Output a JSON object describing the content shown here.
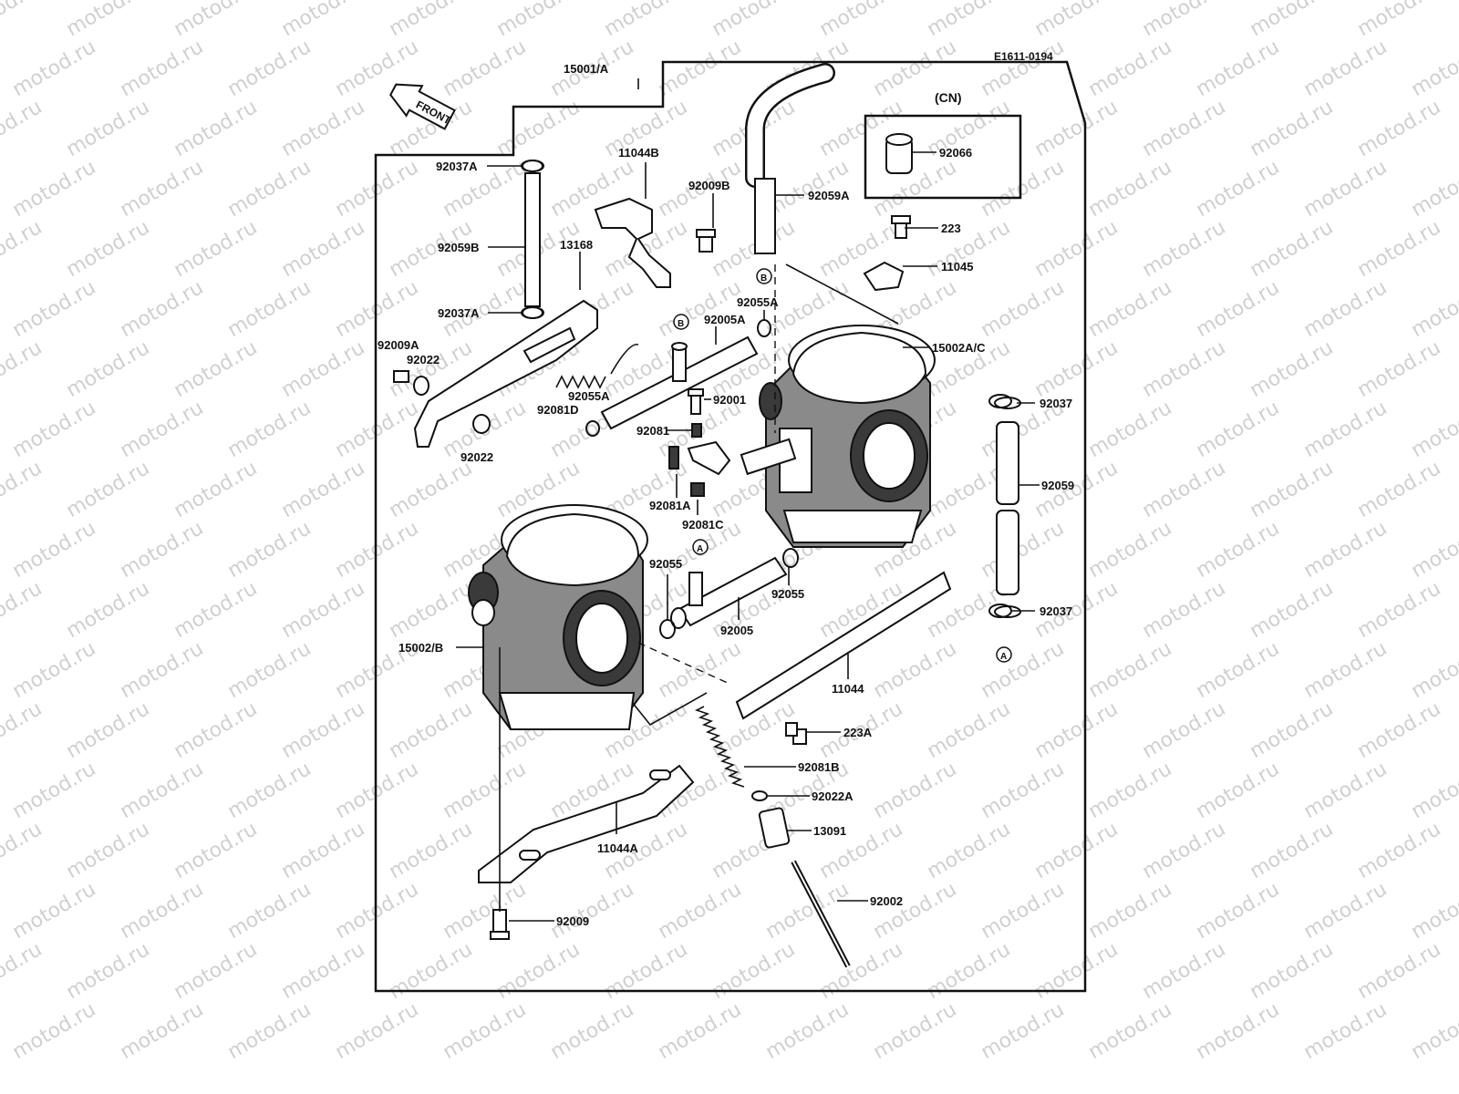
{
  "diagram_code": "E1611-0194",
  "watermark_text": "motod.ru",
  "front_arrow_label": "FRONT",
  "cn_box_label": "(CN)",
  "circle_marks": {
    "a": "A",
    "b": "B"
  },
  "part_labels": {
    "p15001a": "15001/A",
    "p92037a_top": "92037A",
    "p11044b": "11044B",
    "p92009b": "92009B",
    "p92059a": "92059A",
    "p92066": "92066",
    "p223": "223",
    "p92059b": "92059B",
    "p13168": "13168",
    "p11045": "11045",
    "p92037a_low": "92037A",
    "p92055a_top": "92055A",
    "p92005a": "92005A",
    "p15002ac": "15002A/C",
    "p92009a": "92009A",
    "p92022_a": "92022",
    "p92055a_mid": "92055A",
    "p92081d": "92081D",
    "p92001": "92001",
    "p92037_top": "92037",
    "p92081": "92081",
    "p92022_b": "92022",
    "p92081a": "92081A",
    "p92059": "92059",
    "p92081c": "92081C",
    "p92055_left": "92055",
    "p92055_right": "92055",
    "p92037_low": "92037",
    "p92005": "92005",
    "p15002b": "15002/B",
    "p11044": "11044",
    "p223a": "223A",
    "p92081b": "92081B",
    "p92022a": "92022A",
    "p13091": "13091",
    "p11044a": "11044A",
    "p92002": "92002",
    "p92009": "92009"
  }
}
